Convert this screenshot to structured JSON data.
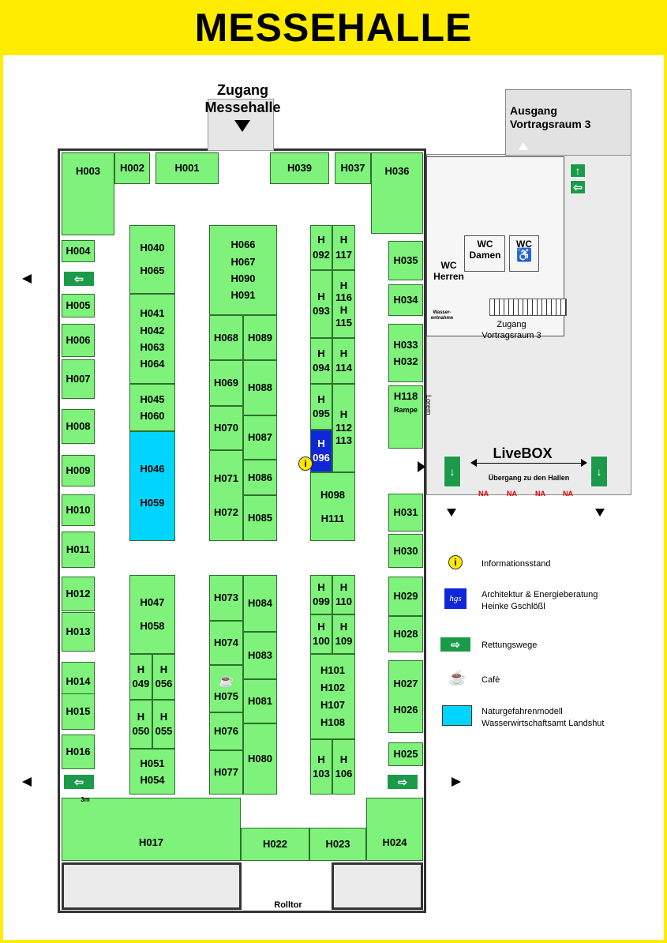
{
  "title": "MESSEHALLE",
  "entrance": {
    "line1": "Zugang",
    "line2": "Messehalle"
  },
  "exit_room": {
    "line1": "Ausgang",
    "line2": "Vortragsraum 3"
  },
  "wc": {
    "damen_line1": "WC",
    "damen_line2": "Damen",
    "herren_line1": "WC",
    "herren_line2": "Herren",
    "accessible": "WC"
  },
  "water": {
    "line1": "Wasser-",
    "line2": "entnahme"
  },
  "zugang_vortrag": {
    "line1": "Zugang",
    "line2": "Vortragsraum 3"
  },
  "lorem": "Lorem",
  "rampe": "Rampe",
  "livebox": "LiveBOX",
  "uebergang": "Übergang zu den Hallen",
  "na": "NA",
  "rolltor": "Rolltor",
  "scale_3m": "3m",
  "booths": {
    "H003": "H003",
    "H002": "H002",
    "H001": "H001",
    "H039": "H039",
    "H037": "H037",
    "H036": "H036",
    "H004": "H004",
    "H005": "H005",
    "H006": "H006",
    "H007": "H007",
    "H008": "H008",
    "H009": "H009",
    "H010": "H010",
    "H011": "H011",
    "H012": "H012",
    "H013": "H013",
    "H014": "H014",
    "H015": "H015",
    "H016": "H016",
    "H017": "H017",
    "H022": "H022",
    "H023": "H023",
    "H024": "H024",
    "H025": "H025",
    "H026": "H026",
    "H027": "H027",
    "H028": "H028",
    "H029": "H029",
    "H030": "H030",
    "H031": "H031",
    "H032": "H032",
    "H033": "H033",
    "H034": "H034",
    "H035": "H035",
    "H118": "H118",
    "H040": "H040",
    "H065": "H065",
    "H041": "H041",
    "H042": "H042",
    "H063": "H063",
    "H064": "H064",
    "H045": "H045",
    "H060": "H060",
    "H046": "H046",
    "H059": "H059",
    "H066": "H066",
    "H067": "H067",
    "H090": "H090",
    "H091": "H091",
    "H068": "H068",
    "H089": "H089",
    "H069": "H069",
    "H088": "H088",
    "H070": "H070",
    "H087": "H087",
    "H071": "H071",
    "H086": "H086",
    "H072": "H072",
    "H085": "H085",
    "H092a": "H",
    "H092b": "092",
    "H117a": "H",
    "H117b": "117",
    "H093a": "H",
    "H093b": "093",
    "H116a": "H",
    "H116b": "116",
    "H115a": "H",
    "H115b": "115",
    "H094a": "H",
    "H094b": "094",
    "H114a": "H",
    "H114b": "114",
    "H095a": "H",
    "H095b": "095",
    "H112a": "H",
    "H112b": "112",
    "H113": "113",
    "H096a": "H",
    "H096b": "096",
    "H098": "H098",
    "H111": "H111",
    "H047": "H047",
    "H058": "H058",
    "H049a": "H",
    "H049b": "049",
    "H056a": "H",
    "H056b": "056",
    "H050a": "H",
    "H050b": "050",
    "H055a": "H",
    "H055b": "055",
    "H051": "H051",
    "H054": "H054",
    "H073": "H073",
    "H084": "H084",
    "H074": "H074",
    "H083": "H083",
    "H075": "H075",
    "H081": "H081",
    "H076": "H076",
    "H077": "H077",
    "H080": "H080",
    "H099a": "H",
    "H099b": "099",
    "H110a": "H",
    "H110b": "110",
    "H100a": "H",
    "H100b": "100",
    "H109a": "H",
    "H109b": "109",
    "H101": "H101",
    "H102": "H102",
    "H107": "H107",
    "H108": "H108",
    "H103a": "H",
    "H103b": "103",
    "H106a": "H",
    "H106b": "106"
  },
  "legend": {
    "info": "Informationsstand",
    "arch_line1": "Architektur & Energieberatung",
    "arch_line2": "Heinke Gschlößl",
    "arch_logo": "hgs",
    "rettung": "Rettungswege",
    "cafe": "Cafè",
    "natur_line1": "Naturgefahrenmodell",
    "natur_line2": "Wasserwirtschaftsamt Landshut",
    "info_symbol": "i"
  },
  "colors": {
    "booth": "#7ef27a",
    "cyan": "#00d5ff",
    "navy": "#1027d8",
    "title": "#ffec00",
    "exit": "#1b9b4a"
  },
  "icons": [
    "exit-sign-icon",
    "coffee-cup-icon",
    "wheelchair-icon",
    "info-icon",
    "arrow-icon"
  ]
}
